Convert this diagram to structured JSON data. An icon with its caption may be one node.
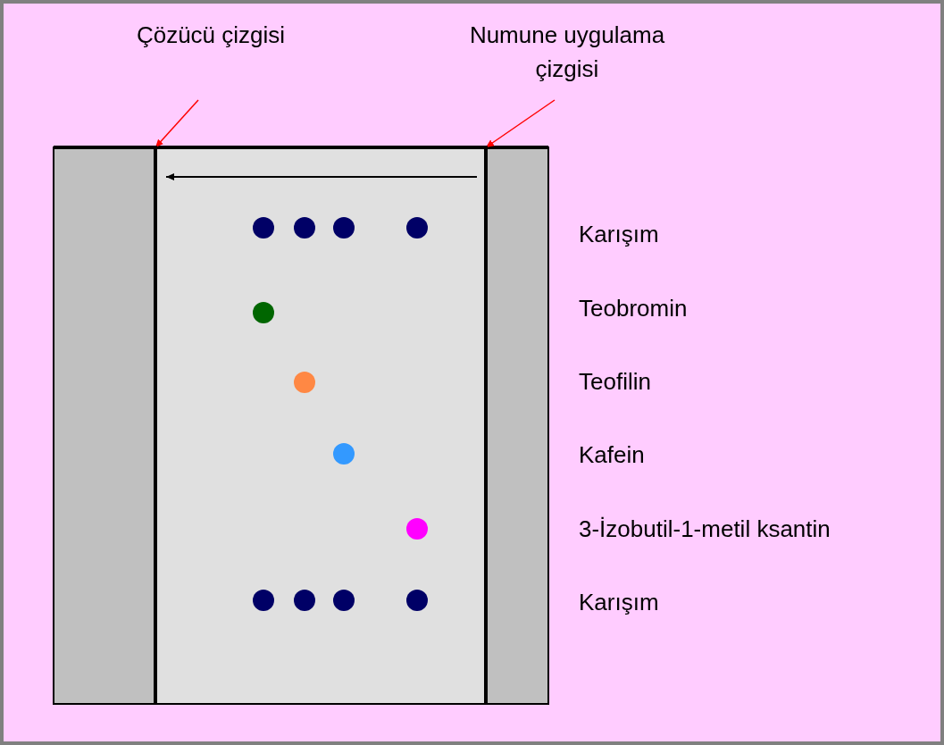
{
  "diagram": {
    "nodes": [
      {
        "text": [
          "Çözücü çizgisi"
        ]
      },
      {
        "text": [
          "Numune uygulama çizgisi"
        ]
      },
      {
        "text": [],
        "shape": "bar"
      },
      {
        "text": [],
        "shape": "bar"
      }
    ],
    "edges": [
      {
        "from": 0,
        "to": 2,
        "arrow": "to"
      },
      {
        "from": 1,
        "to": 3,
        "arrow": "to"
      }
    ],
    "labels": [
      "Karışım",
      "Teobromin",
      "Teofilin",
      "Kafein",
      "3-İzobutil-1-metil ksantin",
      "Karışım"
    ]
  }
}
